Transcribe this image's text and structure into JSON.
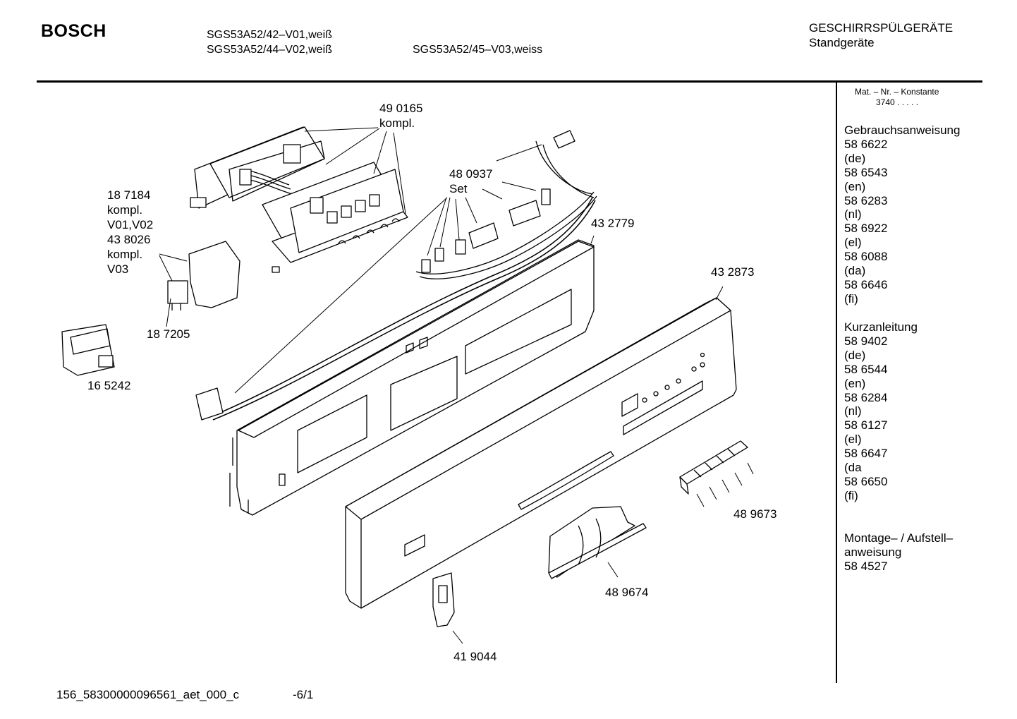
{
  "header": {
    "brand": "BOSCH",
    "models": {
      "m1": "SGS53A52/42–V01,weiß",
      "m2": "SGS53A52/44–V02,weiß",
      "m3": "SGS53A52/45–V03,weiss"
    },
    "category": "GESCHIRRSPÜLGERÄTE",
    "subcategory": "Standgeräte"
  },
  "sidebar": {
    "konstante_label": "Mat. – Nr. – Konstante",
    "konstante_value": "3740 .   .   .   .   .",
    "sections": [
      {
        "title": "Gebrauchsanweisung",
        "lines": [
          "58 6622",
          "(de)",
          "58 6543",
          "(en)",
          "58 6283",
          "(nl)",
          "58 6922",
          "(el)",
          "58 6088",
          "(da)",
          "58 6646",
          "(fi)"
        ]
      },
      {
        "title": "Kurzanleitung",
        "lines": [
          "58 9402",
          "(de)",
          "58 6544",
          "(en)",
          "58 6284",
          "(nl)",
          "58 6127",
          "(el)",
          "58 6647",
          "(da",
          "58 6650",
          "(fi)"
        ]
      },
      {
        "title": "Montage– / Aufstell–",
        "lines": [
          "anweisung",
          "58 4527"
        ]
      }
    ]
  },
  "callouts": {
    "c490165": [
      "49 0165",
      "kompl."
    ],
    "c187184": [
      "18 7184",
      "kompl.",
      "V01,V02",
      "43 8026",
      "kompl.",
      "V03"
    ],
    "c480937": [
      "48 0937",
      "Set"
    ],
    "c432779": "43 2779",
    "c432873": "43 2873",
    "c187205": "18 7205",
    "c165242": "16 5242",
    "c489673": "48 9673",
    "c489674": "48 9674",
    "c419044": "41 9044"
  },
  "footer": {
    "doc_id": "156_58300000096561_aet_000_c",
    "page": "-6/1"
  }
}
